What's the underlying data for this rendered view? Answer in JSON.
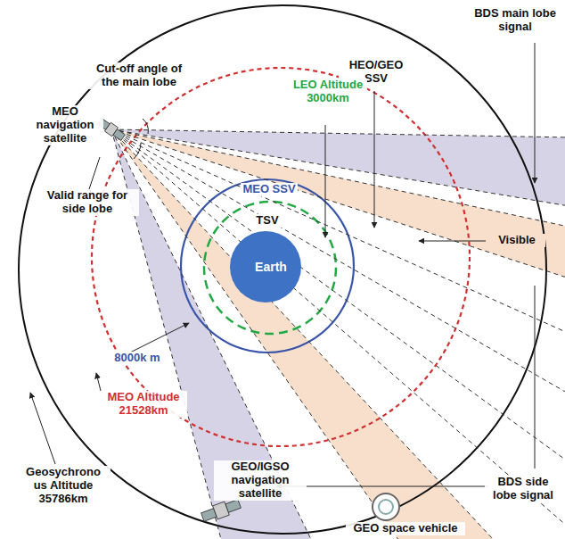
{
  "diagram": {
    "nodes": [
      {
        "text": [
          "Earth"
        ]
      }
    ],
    "labels": [
      "BDS main lobe signal",
      "HEO/GEO SSV",
      "LEO Altitude 3000km",
      "Cut-off angle of the main lobe",
      "MEO navigation satellite",
      "MEO SSV",
      "TSV",
      "Visible",
      "Valid range for side lobe",
      "8000k m",
      "MEO Altitude 21528km",
      "Geosychrono us Altitude 35786km",
      "GEO/IGSO navigation satellite",
      "GEO space vehicle",
      "BDS side lobe signal"
    ]
  }
}
